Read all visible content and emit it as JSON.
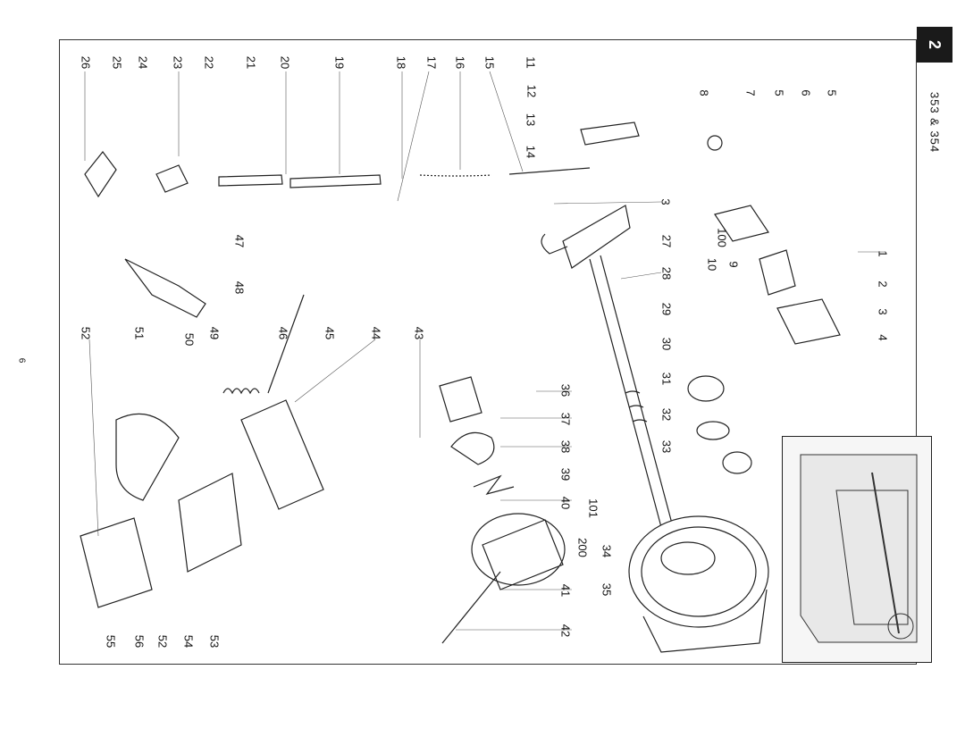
{
  "page": {
    "page_number": "6",
    "model_label": "353 & 354",
    "section_badge": "2"
  },
  "callouts": [
    {
      "id": "c1",
      "text": "1"
    },
    {
      "id": "c2",
      "text": "2"
    },
    {
      "id": "c3a",
      "text": "3"
    },
    {
      "id": "c4",
      "text": "4"
    },
    {
      "id": "c5a",
      "text": "5"
    },
    {
      "id": "c6",
      "text": "6"
    },
    {
      "id": "c5b",
      "text": "5"
    },
    {
      "id": "c7",
      "text": "7"
    },
    {
      "id": "c8",
      "text": "8"
    },
    {
      "id": "c100",
      "text": "100"
    },
    {
      "id": "c9",
      "text": "9"
    },
    {
      "id": "c10",
      "text": "10"
    },
    {
      "id": "c11",
      "text": "11"
    },
    {
      "id": "c12",
      "text": "12"
    },
    {
      "id": "c13",
      "text": "13"
    },
    {
      "id": "c14",
      "text": "14"
    },
    {
      "id": "c15",
      "text": "15"
    },
    {
      "id": "c16",
      "text": "16"
    },
    {
      "id": "c17",
      "text": "17"
    },
    {
      "id": "c18",
      "text": "18"
    },
    {
      "id": "c19",
      "text": "19"
    },
    {
      "id": "c20",
      "text": "20"
    },
    {
      "id": "c21",
      "text": "21"
    },
    {
      "id": "c22",
      "text": "22"
    },
    {
      "id": "c23",
      "text": "23"
    },
    {
      "id": "c24",
      "text": "24"
    },
    {
      "id": "c25",
      "text": "25"
    },
    {
      "id": "c26",
      "text": "26"
    },
    {
      "id": "c3b",
      "text": "3"
    },
    {
      "id": "c27",
      "text": "27"
    },
    {
      "id": "c28",
      "text": "28"
    },
    {
      "id": "c29",
      "text": "29"
    },
    {
      "id": "c30",
      "text": "30"
    },
    {
      "id": "c31",
      "text": "31"
    },
    {
      "id": "c32",
      "text": "32"
    },
    {
      "id": "c33",
      "text": "33"
    },
    {
      "id": "c47",
      "text": "47"
    },
    {
      "id": "c48",
      "text": "48"
    },
    {
      "id": "c43",
      "text": "43"
    },
    {
      "id": "c44",
      "text": "44"
    },
    {
      "id": "c45",
      "text": "45"
    },
    {
      "id": "c46",
      "text": "46"
    },
    {
      "id": "c49",
      "text": "49"
    },
    {
      "id": "c50",
      "text": "50"
    },
    {
      "id": "c51",
      "text": "51"
    },
    {
      "id": "c52a",
      "text": "52"
    },
    {
      "id": "c36",
      "text": "36"
    },
    {
      "id": "c37",
      "text": "37"
    },
    {
      "id": "c38",
      "text": "38"
    },
    {
      "id": "c39",
      "text": "39"
    },
    {
      "id": "c40",
      "text": "40"
    },
    {
      "id": "c101",
      "text": "101"
    },
    {
      "id": "c200",
      "text": "200"
    },
    {
      "id": "c34",
      "text": "34"
    },
    {
      "id": "c35",
      "text": "35"
    },
    {
      "id": "c41",
      "text": "41"
    },
    {
      "id": "c42",
      "text": "42"
    },
    {
      "id": "c53",
      "text": "53"
    },
    {
      "id": "c54",
      "text": "54"
    },
    {
      "id": "c52b",
      "text": "52"
    },
    {
      "id": "c56",
      "text": "56"
    },
    {
      "id": "c55",
      "text": "55"
    }
  ]
}
